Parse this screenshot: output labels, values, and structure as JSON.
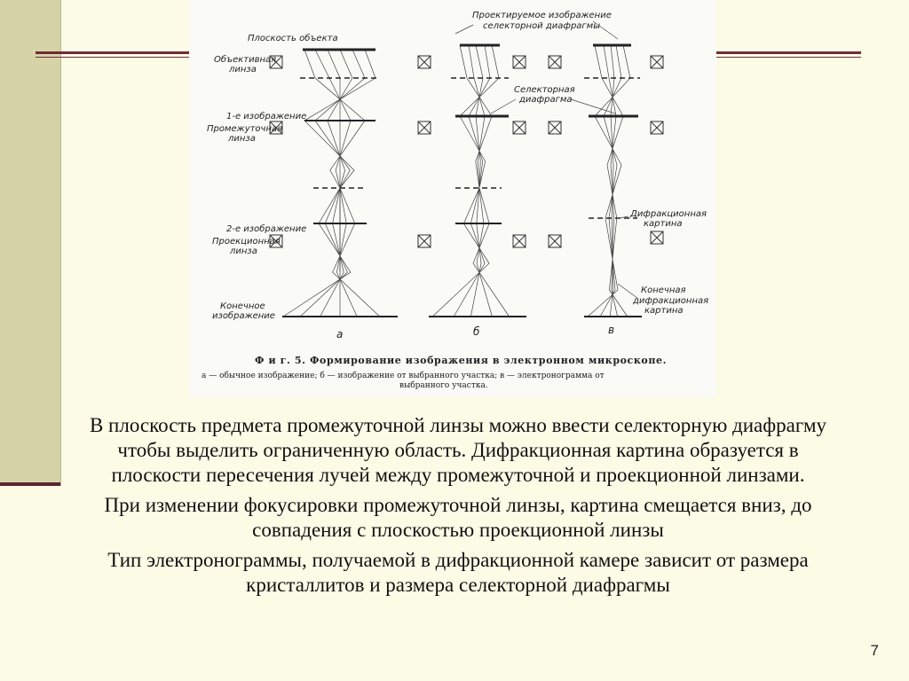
{
  "slide": {
    "number": "7",
    "paragraphs": [
      "В плоскость предмета промежуточной линзы можно ввести селекторную диафрагму чтобы выделить ограниченную область. Дифракционная картина образуется в плоскости пересечения лучей между промежуточной и проекционной линзами.",
      "При изменении фокусировки промежуточной линзы, картина смещается вниз, до совпадения с плоскостью проекционной линзы",
      "Тип электронограммы, получаемой в дифракционной камере зависит от размера кристаллитов и размера селекторной диафрагмы"
    ]
  },
  "figure": {
    "labels": {
      "object_plane": "Плоскость объекта",
      "objective_lens_1": "Объективная",
      "objective_lens_2": "линза",
      "first_image": "1-е изображение",
      "intermediate_lens_1": "Промежуточная",
      "intermediate_lens_2": "линза",
      "second_image": "2-е изображение",
      "projection_lens_1": "Проекционная",
      "projection_lens_2": "линза",
      "final_image_1": "Конечное",
      "final_image_2": "изображение",
      "projected_aperture_1": "Проектируемое изображение",
      "projected_aperture_2": "селекторной диафрагмы",
      "selector_aperture_1": "Селекторная",
      "selector_aperture_2": "диафрагма",
      "diffraction_pattern_1": "Дифракционная",
      "diffraction_pattern_2": "картина",
      "final_diffraction_1": "Конечная",
      "final_diffraction_2": "дифракционная",
      "final_diffraction_3": "картина"
    },
    "panel_letters": [
      "а",
      "б",
      "в"
    ],
    "caption_title": "Ф и г. 5. Формирование изображения в электронном микроскопе.",
    "caption_line_1": "а — обычное изображение; б — изображение от выбранного участка; в — электронограмма от",
    "caption_line_2": "выбранного участка."
  }
}
